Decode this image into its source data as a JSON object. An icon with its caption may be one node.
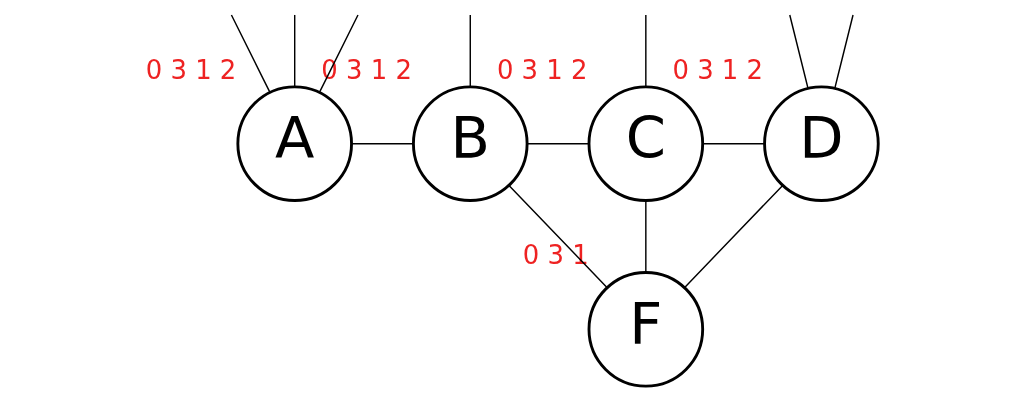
{
  "diagram": {
    "nodes": [
      {
        "text": [
          "A"
        ],
        "beside": [
          "0",
          "3",
          "1",
          "2"
        ]
      },
      {
        "text": [
          "B"
        ],
        "beside": [
          "0",
          "3",
          "1",
          "2"
        ]
      },
      {
        "text": [
          "C"
        ],
        "beside": [
          "0",
          "3",
          "1",
          "2"
        ]
      },
      {
        "text": [
          "D"
        ],
        "beside": [
          "0",
          "3",
          "1",
          "2"
        ]
      },
      {
        "text": [
          "F"
        ],
        "beside": [
          "0",
          "3",
          "1"
        ]
      }
    ],
    "edges": [
      {
        "from": 0,
        "to": null,
        "arrow": "none"
      },
      {
        "from": 1,
        "to": null,
        "arrow": "none"
      },
      {
        "from": 2,
        "to": null,
        "arrow": "none"
      },
      {
        "from": 3,
        "to": null,
        "arrow": "none"
      },
      {
        "from": 0,
        "to": 1,
        "arrow": "none"
      },
      {
        "from": 1,
        "to": 2,
        "arrow": "none"
      },
      {
        "from": 2,
        "to": 3,
        "arrow": "none"
      },
      {
        "from": 2,
        "to": 4,
        "arrow": "none"
      },
      {
        "from": 1,
        "to": 4,
        "arrow": "none"
      },
      {
        "from": 3,
        "to": 4,
        "arrow": "none"
      },
      {
        "from": 0,
        "to": null,
        "arrow": "none"
      },
      {
        "from": 0,
        "to": null,
        "arrow": "none"
      },
      {
        "from": 3,
        "to": null,
        "arrow": "none"
      }
    ]
  }
}
